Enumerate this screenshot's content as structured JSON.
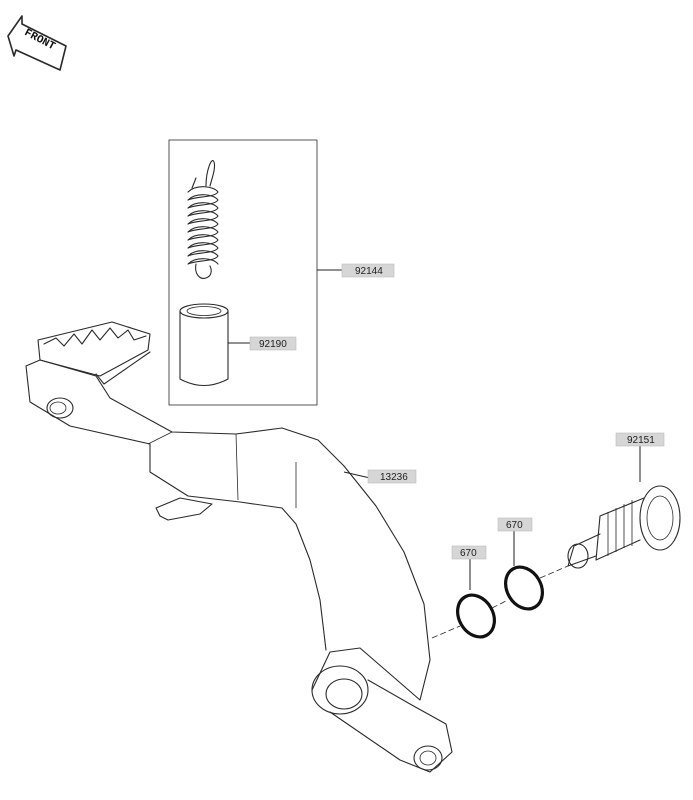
{
  "orientation": {
    "label": "FRONT"
  },
  "parts": [
    {
      "id": "92144",
      "name": "spring"
    },
    {
      "id": "92190",
      "name": "collar"
    },
    {
      "id": "13236",
      "name": "brake-pedal"
    },
    {
      "id": "92151",
      "name": "pivot-bolt"
    },
    {
      "id": "670",
      "name": "o-ring-left"
    },
    {
      "id": "670",
      "name": "o-ring-right"
    }
  ]
}
